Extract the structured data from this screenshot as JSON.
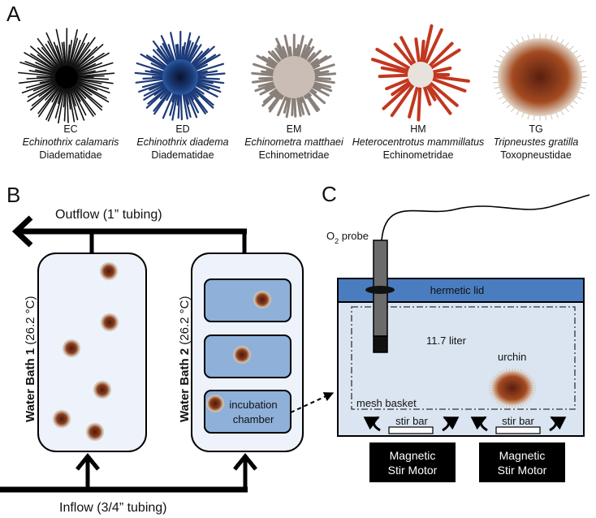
{
  "panels": {
    "a": "A",
    "b": "B",
    "c": "C"
  },
  "species": [
    {
      "code": "EC",
      "name": "Echinothrix calamaris",
      "family": "Diadematidae"
    },
    {
      "code": "ED",
      "name": "Echinothrix diadema",
      "family": "Diadematidae"
    },
    {
      "code": "EM",
      "name": "Echinometra matthaei",
      "family": "Echinometridae"
    },
    {
      "code": "HM",
      "name": "Heterocentrotus mammillatus",
      "family": "Echinometridae"
    },
    {
      "code": "TG",
      "name": "Tripneustes gratilla",
      "family": "Toxopneustidae"
    }
  ],
  "panel_b": {
    "outflow": "Outflow (1” tubing)",
    "inflow": "Inflow (3/4” tubing)",
    "bath1_bold": "Water Bath 1",
    "bath1_temp": " (26.2 °C)",
    "bath2_bold": "Water Bath 2",
    "bath2_temp": " (26.2 °C)",
    "chamber_line1": "incubation",
    "chamber_line2": "chamber"
  },
  "panel_c": {
    "probe_main": "O",
    "probe_sub": "2",
    "probe_rest": " probe",
    "lid": "hermetic lid",
    "volume": "11.7 liter",
    "urchin": "urchin",
    "basket": "mesh basket",
    "stir_bar_1": "stir bar",
    "stir_bar_2": "stir bar",
    "motor1_line1": "Magnetic",
    "motor1_line2": "Stir Motor",
    "motor2_line1": "Magnetic",
    "motor2_line2": "Stir Motor"
  },
  "colors": {
    "bath_fill": "#eef2fa",
    "chamber_fill": "#8eb0d9",
    "tank_fill": "#dbe5f1",
    "lid_fill": "#4a7cc0",
    "motor_fill": "#000000"
  }
}
